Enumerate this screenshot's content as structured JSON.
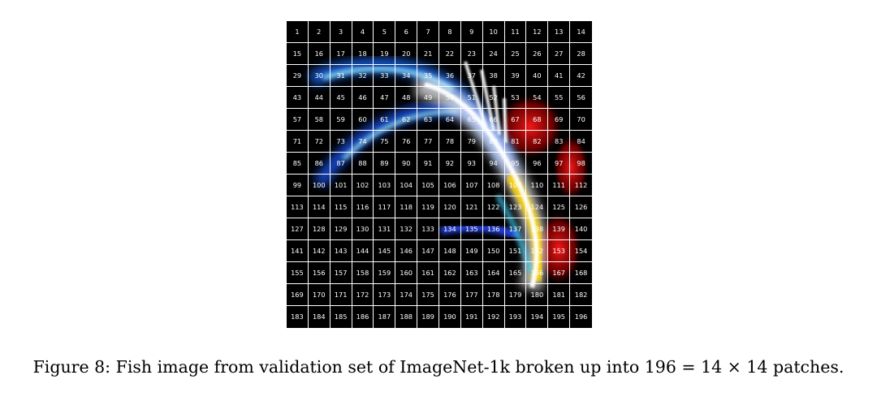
{
  "figure": {
    "grid": {
      "rows": 14,
      "cols": 14
    },
    "patch_labels": [
      "1",
      "2",
      "3",
      "4",
      "5",
      "6",
      "7",
      "8",
      "9",
      "10",
      "11",
      "12",
      "13",
      "14",
      "15",
      "16",
      "17",
      "18",
      "19",
      "20",
      "21",
      "22",
      "23",
      "24",
      "25",
      "26",
      "27",
      "28",
      "29",
      "30",
      "31",
      "32",
      "33",
      "34",
      "35",
      "36",
      "37",
      "38",
      "39",
      "40",
      "41",
      "42",
      "43",
      "44",
      "45",
      "46",
      "47",
      "48",
      "49",
      "50",
      "51",
      "52",
      "53",
      "54",
      "55",
      "56",
      "57",
      "58",
      "59",
      "60",
      "61",
      "62",
      "63",
      "64",
      "65",
      "66",
      "67",
      "68",
      "69",
      "70",
      "71",
      "72",
      "73",
      "74",
      "75",
      "76",
      "77",
      "78",
      "79",
      "80",
      "81",
      "82",
      "83",
      "84",
      "85",
      "86",
      "87",
      "88",
      "89",
      "90",
      "91",
      "92",
      "93",
      "94",
      "95",
      "96",
      "97",
      "98",
      "99",
      "100",
      "101",
      "102",
      "103",
      "104",
      "105",
      "106",
      "107",
      "108",
      "109",
      "110",
      "111",
      "112",
      "113",
      "114",
      "115",
      "116",
      "117",
      "118",
      "119",
      "120",
      "121",
      "122",
      "123",
      "124",
      "125",
      "126",
      "127",
      "128",
      "129",
      "130",
      "131",
      "132",
      "133",
      "134",
      "135",
      "136",
      "137",
      "138",
      "139",
      "140",
      "141",
      "142",
      "143",
      "144",
      "145",
      "146",
      "147",
      "148",
      "149",
      "150",
      "151",
      "152",
      "153",
      "154",
      "155",
      "156",
      "157",
      "158",
      "159",
      "160",
      "161",
      "162",
      "163",
      "164",
      "165",
      "166",
      "167",
      "168",
      "169",
      "170",
      "171",
      "172",
      "173",
      "174",
      "175",
      "176",
      "177",
      "178",
      "179",
      "180",
      "181",
      "182",
      "183",
      "184",
      "185",
      "186",
      "187",
      "188",
      "189",
      "190",
      "191",
      "192",
      "193",
      "194",
      "195",
      "196"
    ],
    "colors": {
      "background": "#000000",
      "grid_lines": "#ffffff",
      "label": "#ffffff"
    }
  },
  "caption": {
    "prefix": "Figure 8: Fish image from validation set of ImageNet-1k broken up into ",
    "math": "196 = 14 × 14",
    "suffix": " patches."
  }
}
